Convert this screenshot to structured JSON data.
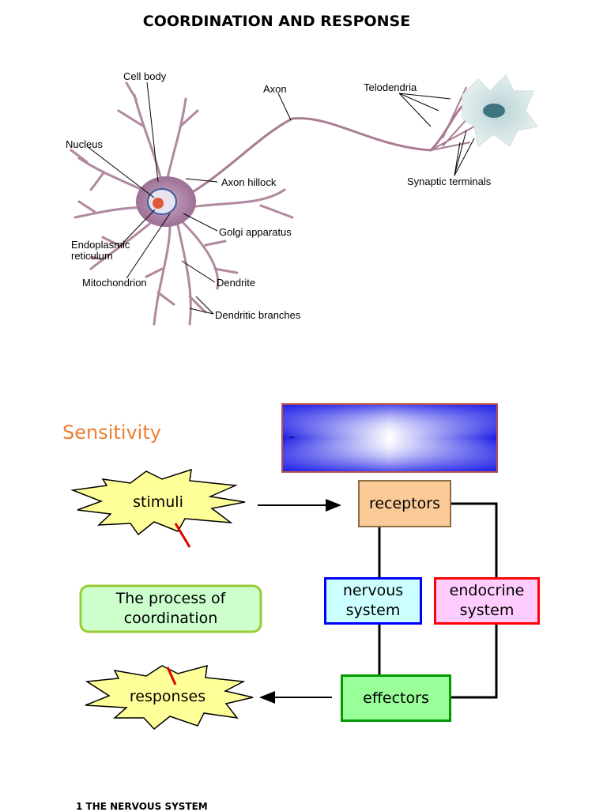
{
  "title": "COORDINATION AND RESPONSE",
  "neuron_labels": {
    "cell_body": "Cell body",
    "axon": "Axon",
    "telodendria": "Telodendria",
    "nucleus": "Nucleus",
    "axon_hillock": "Axon hillock",
    "synaptic_terminals": "Synaptic terminals",
    "golgi": "Golgi apparatus",
    "er_line1": "Endoplasmic",
    "er_line2": "reticulum",
    "mitochondrion": "Mitochondrion",
    "dendrite": "Dendrite",
    "dendritic_branches": "Dendritic branches"
  },
  "flow": {
    "sensitivity": "Sensitivity",
    "banner_text": "–",
    "stimuli": "stimuli",
    "receptors": "receptors",
    "nervous_line1": "nervous",
    "nervous_line2": "system",
    "endocrine_line1": "endocrine",
    "endocrine_line2": "system",
    "process_line1": "The process of",
    "process_line2": "coordination",
    "responses": "responses",
    "effectors": "effectors"
  },
  "footer": "1    THE NERVOUS SYSTEM",
  "colors": {
    "sensitivity": "#ed7d31",
    "receptors_fill": "#fbcb97",
    "nervous_border": "#0000ff",
    "nervous_fill": "#ccffff",
    "endocrine_border": "#ff0000",
    "endocrine_fill": "#ffccff",
    "effectors_fill": "#99ff99",
    "effectors_border": "#009900",
    "process_fill": "#ccffcc",
    "process_border": "#99cc33",
    "star_fill": "#ffff99"
  }
}
